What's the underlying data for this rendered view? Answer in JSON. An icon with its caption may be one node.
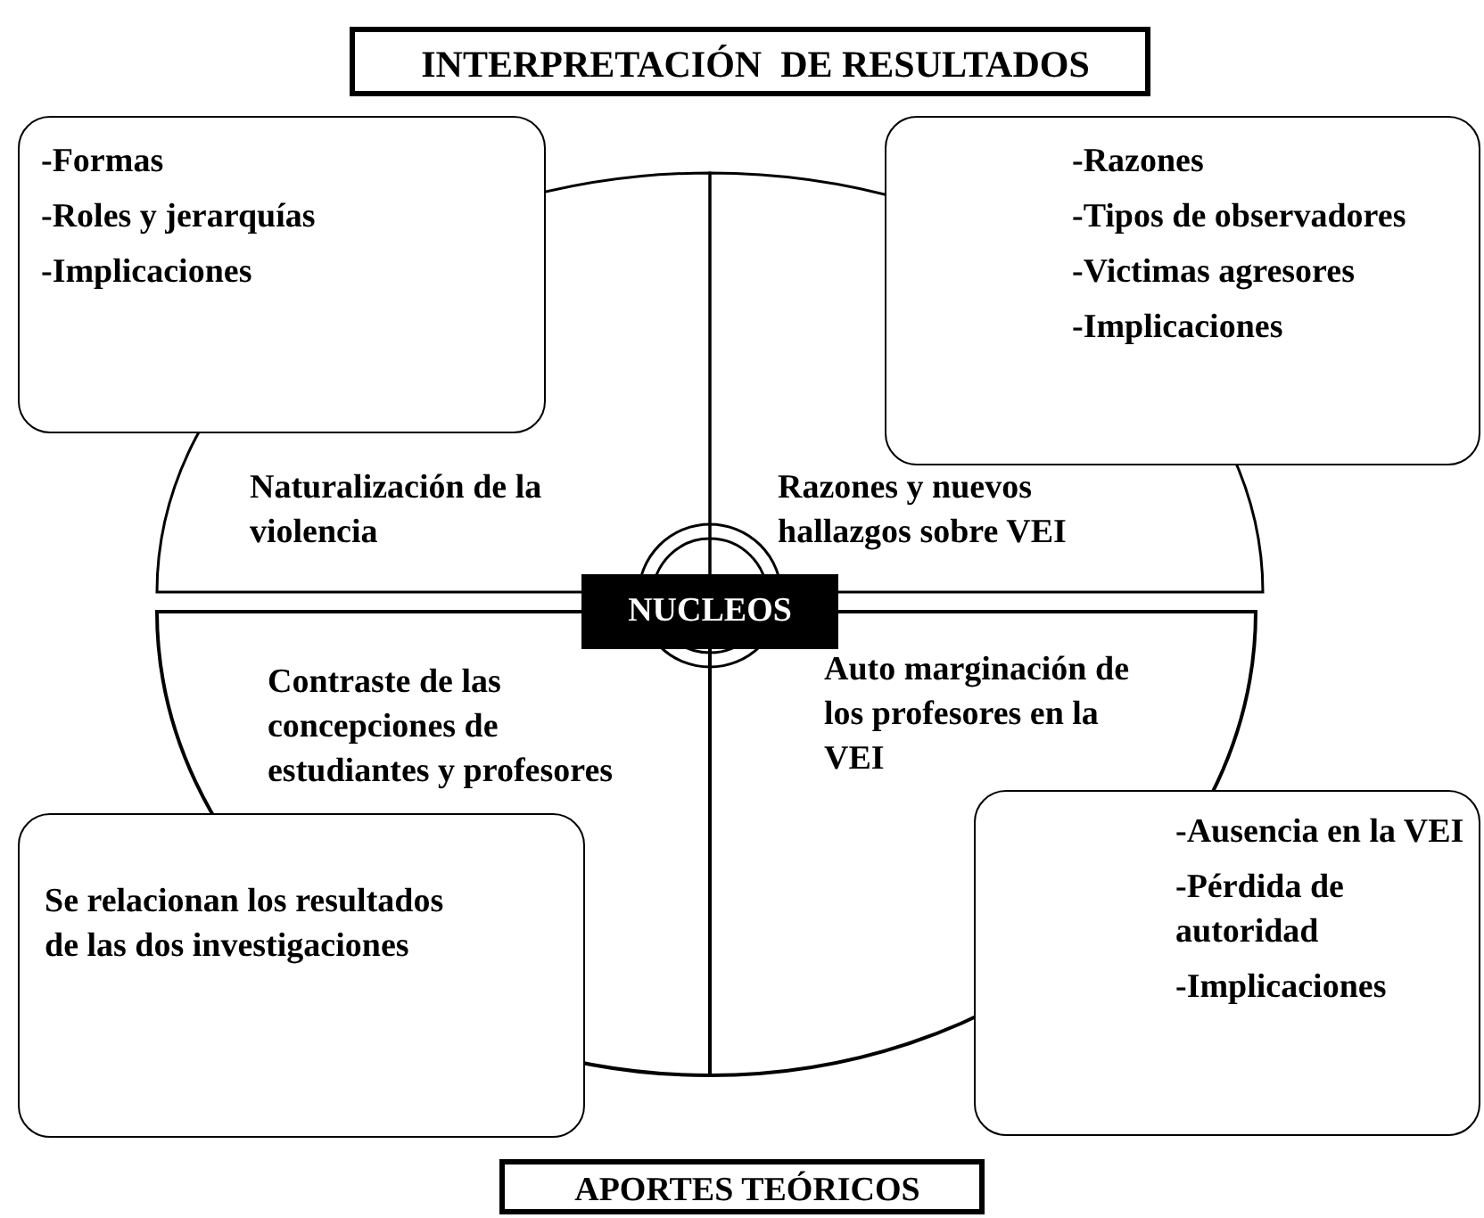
{
  "diagram": {
    "nodes": [
      {
        "text": [
          "INTERPRETACIÓN  DE RESULTADOS"
        ]
      },
      {
        "text": [
          "-Formas",
          "-Roles y jerarquías",
          "-Implicaciones"
        ]
      },
      {
        "text": [
          "-Razones",
          "-Tipos de observadores",
          "-Victimas agresores",
          "-Implicaciones"
        ]
      },
      {
        "text": [
          "Naturalización de la violencia"
        ]
      },
      {
        "text": [
          "Razones y nuevos hallazgos sobre VEI"
        ]
      },
      {
        "text": [
          "NUCLEOS"
        ]
      },
      {
        "text": [
          "Contraste de las concepciones de estudiantes y profesores"
        ]
      },
      {
        "text": [
          "Auto marginación de los profesores en la VEI"
        ]
      },
      {
        "text": [
          "Se relacionan los resultados de las dos investigaciones"
        ]
      },
      {
        "text": [
          "-Ausencia en la VEI",
          "-Pérdida de autoridad",
          "-Implicaciones"
        ]
      },
      {
        "text": [
          "APORTES TEÓRICOS"
        ]
      }
    ]
  }
}
